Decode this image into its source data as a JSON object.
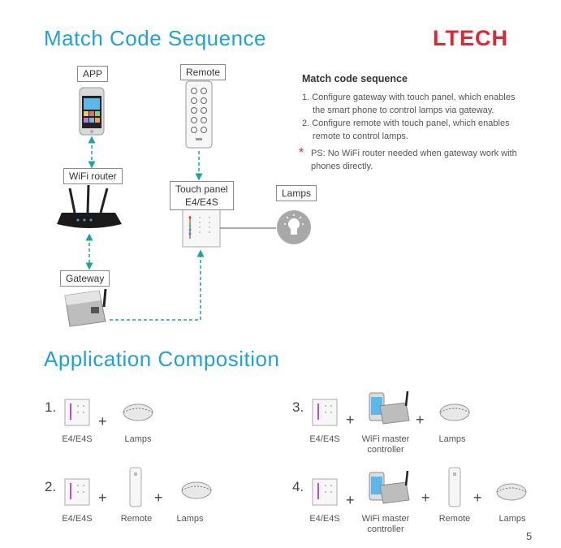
{
  "titles": {
    "match": "Match Code Sequence",
    "application": "Application Composition"
  },
  "brand": "LTECH",
  "labels": {
    "app": "APP",
    "remote": "Remote",
    "wifi_router": "WiFi router",
    "gateway": "Gateway",
    "touch_panel_line1": "Touch panel",
    "touch_panel_line2": "E4/E4S",
    "lamps": "Lamps"
  },
  "info": {
    "heading": "Match code sequence",
    "step1_line1": "1. Configure gateway with touch panel, which enables",
    "step1_line2": "the smart phone to control lamps via gateway.",
    "step2_line1": "2. Configure remote with touch panel, which enables",
    "step2_line2": "remote to control lamps.",
    "ps_mark": "*",
    "ps_line1": "PS: No WiFi router needed when gateway work with",
    "ps_line2": "phones directly."
  },
  "compositions": {
    "c1": {
      "num": "1.",
      "items": [
        "E4/E4S",
        "Lamps"
      ]
    },
    "c2": {
      "num": "2.",
      "items": [
        "E4/E4S",
        "Remote",
        "Lamps"
      ]
    },
    "c3": {
      "num": "3.",
      "items": [
        "E4/E4S",
        "WiFi master",
        "controller",
        "Lamps"
      ]
    },
    "c4": {
      "num": "4.",
      "items": [
        "E4/E4S",
        "WiFi master",
        "controller",
        "Remote",
        "Lamps"
      ]
    }
  },
  "plus": "+",
  "page_number": "5",
  "colors": {
    "title": "#1fa3d6",
    "brand": "#e2262f",
    "connector": "#1aa5a0"
  }
}
